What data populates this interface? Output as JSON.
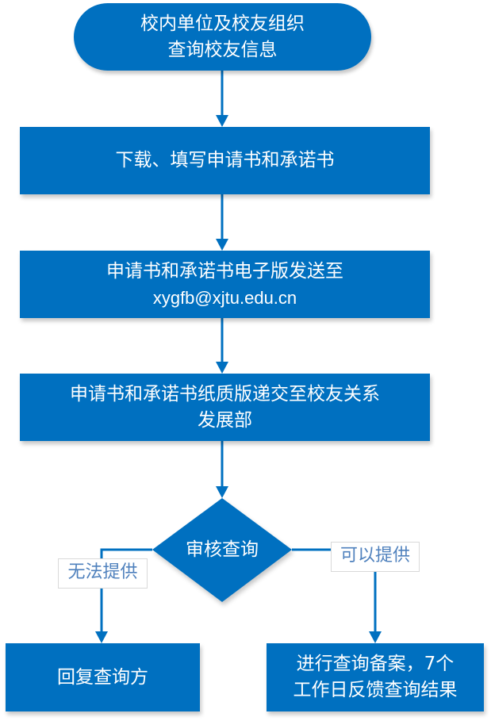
{
  "diagram": {
    "type": "flowchart",
    "colors": {
      "node_fill": "#0070C0",
      "node_text": "#FFFFFF",
      "connector": "#0070C0",
      "edge_label_text": "#4F81BD"
    },
    "nodes": {
      "start": {
        "shape": "terminator",
        "lines": [
          "校内单位及校友组织",
          "查询校友信息"
        ]
      },
      "step1": {
        "shape": "process",
        "lines": [
          "下载、填写申请书和承诺书"
        ]
      },
      "step2": {
        "shape": "process",
        "lines": [
          "申请书和承诺书电子版发送至",
          "xygfb@xjtu.edu.cn"
        ]
      },
      "step3": {
        "shape": "process",
        "lines": [
          "申请书和承诺书纸质版递交至校友关系",
          "发展部"
        ]
      },
      "decision": {
        "shape": "decision",
        "label": "审核查询"
      },
      "end_no": {
        "shape": "process",
        "lines": [
          "回复查询方"
        ]
      },
      "end_yes": {
        "shape": "process",
        "lines": [
          "进行查询备案，7个",
          "工作日反馈查询结果"
        ]
      }
    },
    "edges": [
      {
        "from": "start",
        "to": "step1",
        "label": ""
      },
      {
        "from": "step1",
        "to": "step2",
        "label": ""
      },
      {
        "from": "step2",
        "to": "step3",
        "label": ""
      },
      {
        "from": "step3",
        "to": "decision",
        "label": ""
      },
      {
        "from": "decision",
        "to": "end_no",
        "label": "无法提供"
      },
      {
        "from": "decision",
        "to": "end_yes",
        "label": "可以提供"
      }
    ]
  }
}
